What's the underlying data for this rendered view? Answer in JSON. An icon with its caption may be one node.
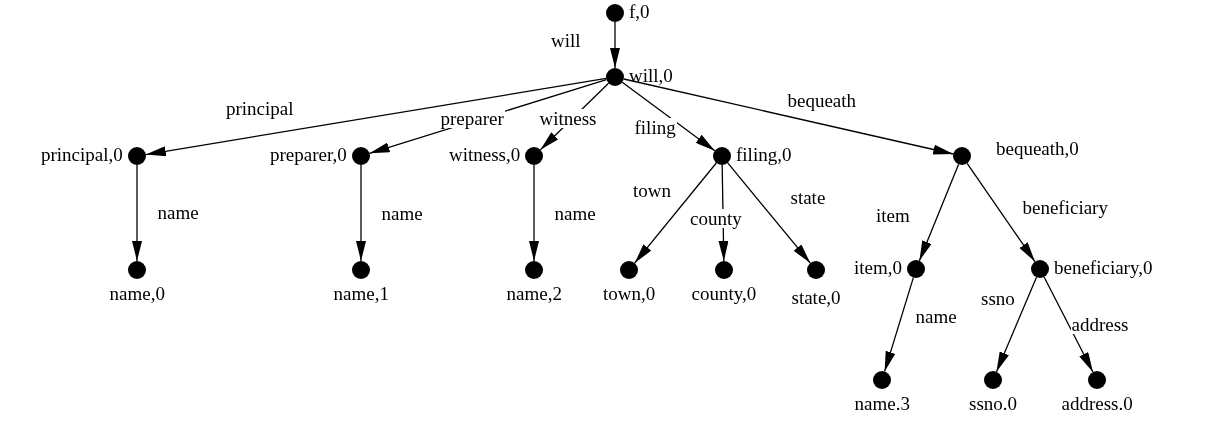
{
  "diagram": {
    "nodes": [
      {
        "text": [],
        "shape": "circle",
        "beside": [
          "f,0"
        ]
      },
      {
        "text": [],
        "shape": "circle",
        "beside": [
          "will,0"
        ]
      },
      {
        "text": [],
        "shape": "circle",
        "beside": [
          "principal,0"
        ]
      },
      {
        "text": [],
        "shape": "circle",
        "beside": [
          "preparer,0"
        ]
      },
      {
        "text": [],
        "shape": "circle",
        "beside": [
          "witness,0"
        ]
      },
      {
        "text": [],
        "shape": "circle",
        "beside": [
          "filing,0"
        ]
      },
      {
        "text": [],
        "shape": "circle",
        "beside": [
          "bequeath,0"
        ]
      },
      {
        "text": [],
        "shape": "circle",
        "beside": [
          "name,0"
        ]
      },
      {
        "text": [],
        "shape": "circle",
        "beside": [
          "name,1"
        ]
      },
      {
        "text": [],
        "shape": "circle",
        "beside": [
          "name,2"
        ]
      },
      {
        "text": [],
        "shape": "circle",
        "beside": [
          "town,0"
        ]
      },
      {
        "text": [],
        "shape": "circle",
        "beside": [
          "county,0"
        ]
      },
      {
        "text": [],
        "shape": "circle",
        "beside": [
          "state,0"
        ]
      },
      {
        "text": [],
        "shape": "circle",
        "beside": [
          "item,0"
        ]
      },
      {
        "text": [],
        "shape": "circle",
        "beside": [
          "beneficiary,0"
        ]
      },
      {
        "text": [],
        "shape": "circle",
        "beside": [
          "name.3"
        ]
      },
      {
        "text": [],
        "shape": "circle",
        "beside": [
          "ssno.0"
        ]
      },
      {
        "text": [],
        "shape": "circle",
        "beside": [
          "address.0"
        ]
      }
    ],
    "edges": [
      {
        "from": 0,
        "to": 1,
        "arrow": "to",
        "label": "will"
      },
      {
        "from": 1,
        "to": 2,
        "arrow": "to",
        "label": "principal"
      },
      {
        "from": 1,
        "to": 3,
        "arrow": "to",
        "label": "preparer"
      },
      {
        "from": 1,
        "to": 4,
        "arrow": "to",
        "label": "witness"
      },
      {
        "from": 1,
        "to": 5,
        "arrow": "to",
        "label": "filing"
      },
      {
        "from": 1,
        "to": 6,
        "arrow": "to",
        "label": "bequeath"
      },
      {
        "from": 2,
        "to": 7,
        "arrow": "to",
        "label": "name"
      },
      {
        "from": 3,
        "to": 8,
        "arrow": "to",
        "label": "name"
      },
      {
        "from": 4,
        "to": 9,
        "arrow": "to",
        "label": "name"
      },
      {
        "from": 5,
        "to": 10,
        "arrow": "to",
        "label": "town"
      },
      {
        "from": 5,
        "to": 11,
        "arrow": "to",
        "label": "county"
      },
      {
        "from": 5,
        "to": 12,
        "arrow": "to",
        "label": "state"
      },
      {
        "from": 6,
        "to": 13,
        "arrow": "to",
        "label": "item"
      },
      {
        "from": 6,
        "to": 14,
        "arrow": "to",
        "label": "beneficiary"
      },
      {
        "from": 13,
        "to": 15,
        "arrow": "to",
        "label": "name"
      },
      {
        "from": 14,
        "to": 16,
        "arrow": "to",
        "label": "ssno"
      },
      {
        "from": 14,
        "to": 17,
        "arrow": "to",
        "label": "address"
      }
    ]
  }
}
